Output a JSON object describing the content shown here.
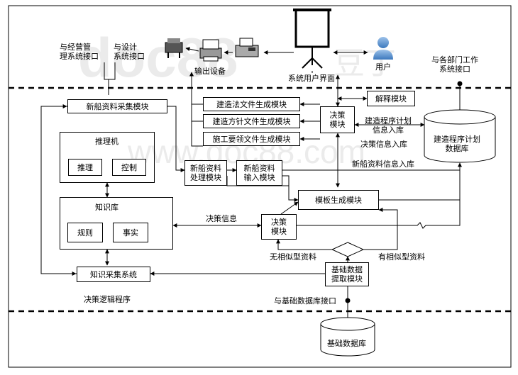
{
  "header": {
    "output_device": "输出设备",
    "user_interface": "系统用户界面",
    "user": "用户",
    "iface_business": "与经营管\n理系统接口",
    "iface_design": "与设计\n系统接口",
    "iface_departments": "与各部门工作\n系统接口"
  },
  "modules": {
    "collection": "新船资料采集模块",
    "law_doc": "建造法文件生成模块",
    "policy_doc": "建造方针文件生成模块",
    "construction_doc": "施工要领文件生成模块",
    "explain": "解释模块",
    "decision_top": "决策\n模块",
    "processing": "新船资料\n处理模块",
    "input": "新船资料\n输入模块",
    "template": "模板生成模块",
    "decision_mid": "决策\n模块",
    "basic_extract": "基础数据\n提取模块",
    "knowledge_collect": "知识采集系统"
  },
  "reasoning": {
    "title": "推理机",
    "reason": "推理",
    "control": "控制"
  },
  "knowledge": {
    "title": "知识库",
    "rules": "规则",
    "facts": "事实"
  },
  "databases": {
    "plan_db": "建造程序计划\n数据库",
    "base_db": "基础数据库"
  },
  "labels": {
    "plan_info_in": "建造程序计划\n信息入库",
    "decision_info_in": "决策信息入库",
    "ship_info_in": "新船资料信息入库",
    "decision_info": "决策信息",
    "no_similar": "无相似型资料",
    "has_similar": "有相似型资料",
    "base_iface": "与基础数据库接口",
    "logic_program": "决策逻辑程序"
  },
  "watermark": {
    "brand": "doc88",
    "site": "www.doc88.com",
    "cn": "豆丁"
  },
  "icons": [
    "plotter-icon",
    "printer-icon",
    "fax-icon",
    "projector-screen-icon",
    "user-icon"
  ]
}
